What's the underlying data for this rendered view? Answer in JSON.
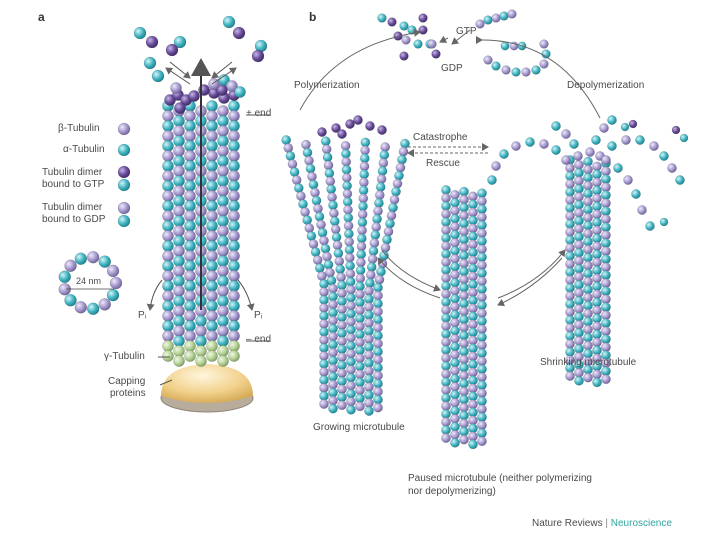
{
  "panels": {
    "a": "a",
    "b": "b"
  },
  "panel_a": {
    "plus_end": "+ end",
    "minus_end": "– end",
    "pi_left": "Pᵢ",
    "pi_right": "Pᵢ",
    "ring_size": "24 nm",
    "gamma_tubulin": "γ-Tubulin",
    "capping": [
      "Capping",
      "proteins"
    ],
    "legend": [
      {
        "label": [
          "β-Tubulin"
        ],
        "color": "#a79bcf"
      },
      {
        "label": [
          "α-Tubulin"
        ],
        "color": "#43b6c4"
      },
      {
        "label": [
          "Tubulin dimer",
          "bound to GTP"
        ],
        "color": "#6a4e9c",
        "color2": "#43b6c4"
      },
      {
        "label": [
          "Tubulin dimer",
          "bound to GDP"
        ],
        "color": "#a79bcf",
        "color2": "#43b6c4"
      }
    ]
  },
  "panel_b": {
    "gtp": "GTP",
    "gdp": "GDP",
    "polymerization": "Polymerization",
    "depolymerization": "Depolymerization",
    "catastrophe": "Catastrophe",
    "rescue": "Rescue",
    "growing": "Growing microtubule",
    "shrinking": "Shrinking microtubule",
    "paused": [
      "Paused microtubule (neither polymerizing",
      "nor depolymerizing)"
    ]
  },
  "footer": {
    "journal": "Nature Reviews",
    "sep": "|",
    "brand": "Neuroscience"
  },
  "colors": {
    "alpha": "#43b6c4",
    "beta": "#a79bcf",
    "gtp_dimer": "#6a4e9c",
    "cap": "#f1d08a",
    "gamma": "#b7d39a"
  }
}
